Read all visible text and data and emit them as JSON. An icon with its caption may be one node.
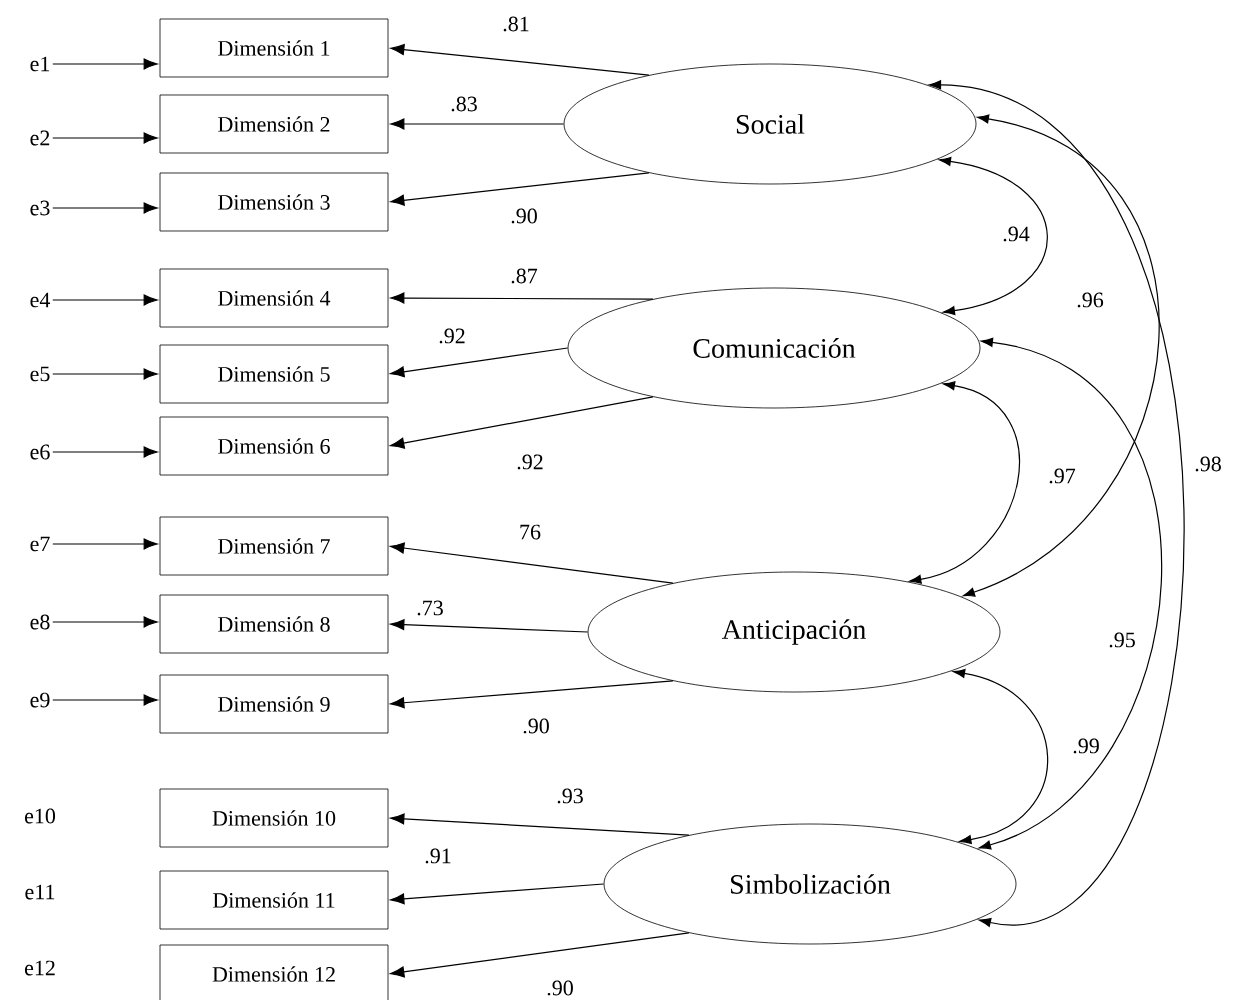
{
  "diagram": {
    "nodes": [
      {
        "text": [
          "e1"
        ]
      },
      {
        "text": [
          "e2"
        ]
      },
      {
        "text": [
          "e3"
        ]
      },
      {
        "text": [
          "e4"
        ]
      },
      {
        "text": [
          "e5"
        ]
      },
      {
        "text": [
          "e6"
        ]
      },
      {
        "text": [
          "e7"
        ]
      },
      {
        "text": [
          "e8"
        ]
      },
      {
        "text": [
          "e9"
        ]
      },
      {
        "text": [
          "Dimensión 1"
        ]
      },
      {
        "text": [
          "Dimensión 2"
        ]
      },
      {
        "text": [
          "Dimensión 3"
        ]
      },
      {
        "text": [
          "Dimensión 4"
        ]
      },
      {
        "text": [
          "Dimensión 5"
        ]
      },
      {
        "text": [
          "Dimensión 6"
        ]
      },
      {
        "text": [
          "Dimensión 7"
        ]
      },
      {
        "text": [
          "Dimensión 8"
        ]
      },
      {
        "text": [
          "Dimensión 9"
        ]
      },
      {
        "text": [
          "Dimensión 10"
        ]
      },
      {
        "text": [
          "Dimensión 11"
        ]
      },
      {
        "text": [
          "Dimensión 12"
        ]
      },
      {
        "text": [
          "Social"
        ]
      },
      {
        "text": [
          "Comunicación"
        ]
      },
      {
        "text": [
          "Anticipación"
        ]
      },
      {
        "text": [
          "Simbolización"
        ]
      }
    ],
    "edges": [
      {
        "from": 0,
        "to": 9,
        "arrow": "to"
      },
      {
        "from": 1,
        "to": 10,
        "arrow": "to"
      },
      {
        "from": 2,
        "to": 11,
        "arrow": "to"
      },
      {
        "from": 3,
        "to": 12,
        "arrow": "to"
      },
      {
        "from": 4,
        "to": 13,
        "arrow": "to"
      },
      {
        "from": 5,
        "to": 14,
        "arrow": "to"
      },
      {
        "from": 6,
        "to": 15,
        "arrow": "to"
      },
      {
        "from": 7,
        "to": 16,
        "arrow": "to"
      },
      {
        "from": 8,
        "to": 17,
        "arrow": "to"
      },
      {
        "from": 21,
        "to": 9,
        "arrow": "to",
        "label": ".81"
      },
      {
        "from": 21,
        "to": 10,
        "arrow": "to",
        "label": ".83"
      },
      {
        "from": 21,
        "to": 11,
        "arrow": "to",
        "label": ".90"
      },
      {
        "from": 22,
        "to": 12,
        "arrow": "to",
        "label": ".87"
      },
      {
        "from": 22,
        "to": 13,
        "arrow": "to",
        "label": ".92"
      },
      {
        "from": 22,
        "to": 14,
        "arrow": "to",
        "label": ".92"
      },
      {
        "from": 23,
        "to": 15,
        "arrow": "to",
        "label": "76"
      },
      {
        "from": 23,
        "to": 16,
        "arrow": "to",
        "label": ".73"
      },
      {
        "from": 23,
        "to": 17,
        "arrow": "to",
        "label": ".90"
      },
      {
        "from": 24,
        "to": 18,
        "arrow": "to",
        "label": ".93"
      },
      {
        "from": 24,
        "to": 19,
        "arrow": "to",
        "label": ".91"
      },
      {
        "from": 24,
        "to": 20,
        "arrow": "to",
        "label": ".90"
      },
      {
        "from": 21,
        "to": 22,
        "arrow": "both",
        "label": ".94"
      },
      {
        "from": 21,
        "to": 23,
        "arrow": "both",
        "label": ".96"
      },
      {
        "from": 21,
        "to": 24,
        "arrow": "both",
        "label": ".98"
      },
      {
        "from": 22,
        "to": 23,
        "arrow": "both",
        "label": ".97"
      },
      {
        "from": 22,
        "to": 24,
        "arrow": "both",
        "label": ".95"
      },
      {
        "from": 23,
        "to": 24,
        "arrow": "both",
        "label": ".99"
      }
    ],
    "labels": [
      "e10",
      "e11",
      "e12"
    ]
  }
}
